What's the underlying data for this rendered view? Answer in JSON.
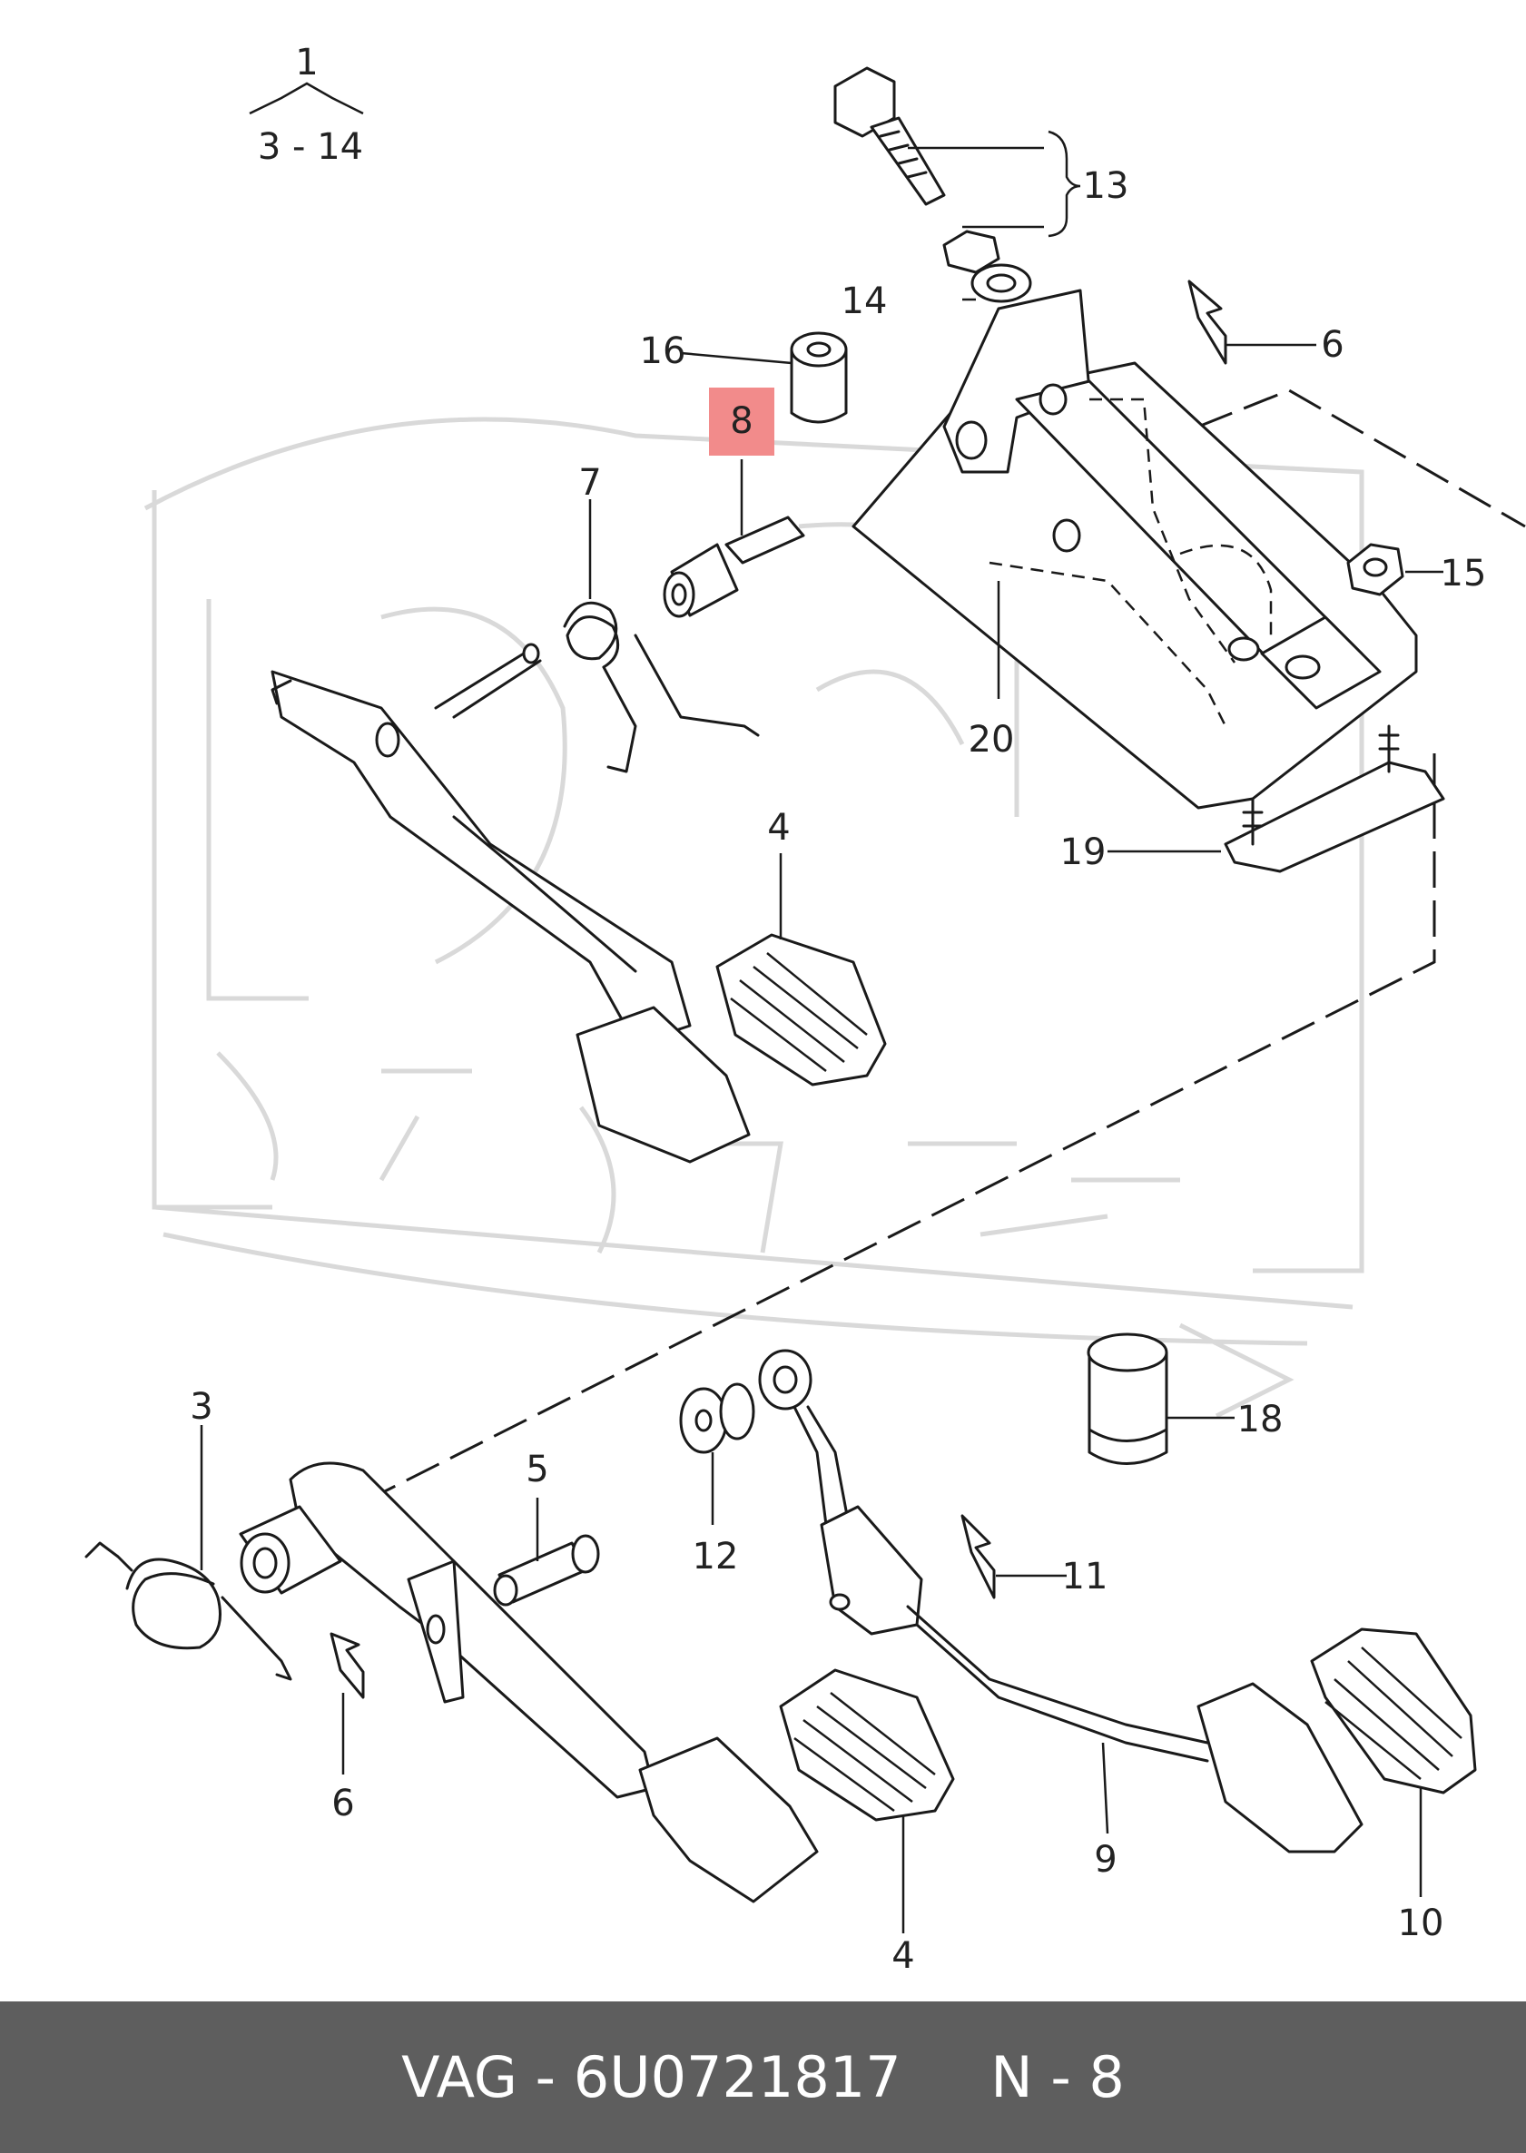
{
  "callouts": {
    "c1": "1",
    "c1_range": "3 - 14",
    "c13": "13",
    "c14": "14",
    "c6_top": "6",
    "c16": "16",
    "c8": "8",
    "c7": "7",
    "c15": "15",
    "c20": "20",
    "c19": "19",
    "c4_top": "4",
    "c3": "3",
    "c5": "5",
    "c12": "12",
    "c11": "11",
    "c18": "18",
    "c6_bottom": "6",
    "c9": "9",
    "c4_bottom": "4",
    "c10": "10"
  },
  "highlight_color": "#f28b8b",
  "footer": {
    "brand": "VAG",
    "part_number": "6U0721817",
    "position": "N - 8",
    "text": "VAG - 6U0721817     N - 8",
    "background_color": "#5e5e5e",
    "text_color": "#ffffff"
  }
}
